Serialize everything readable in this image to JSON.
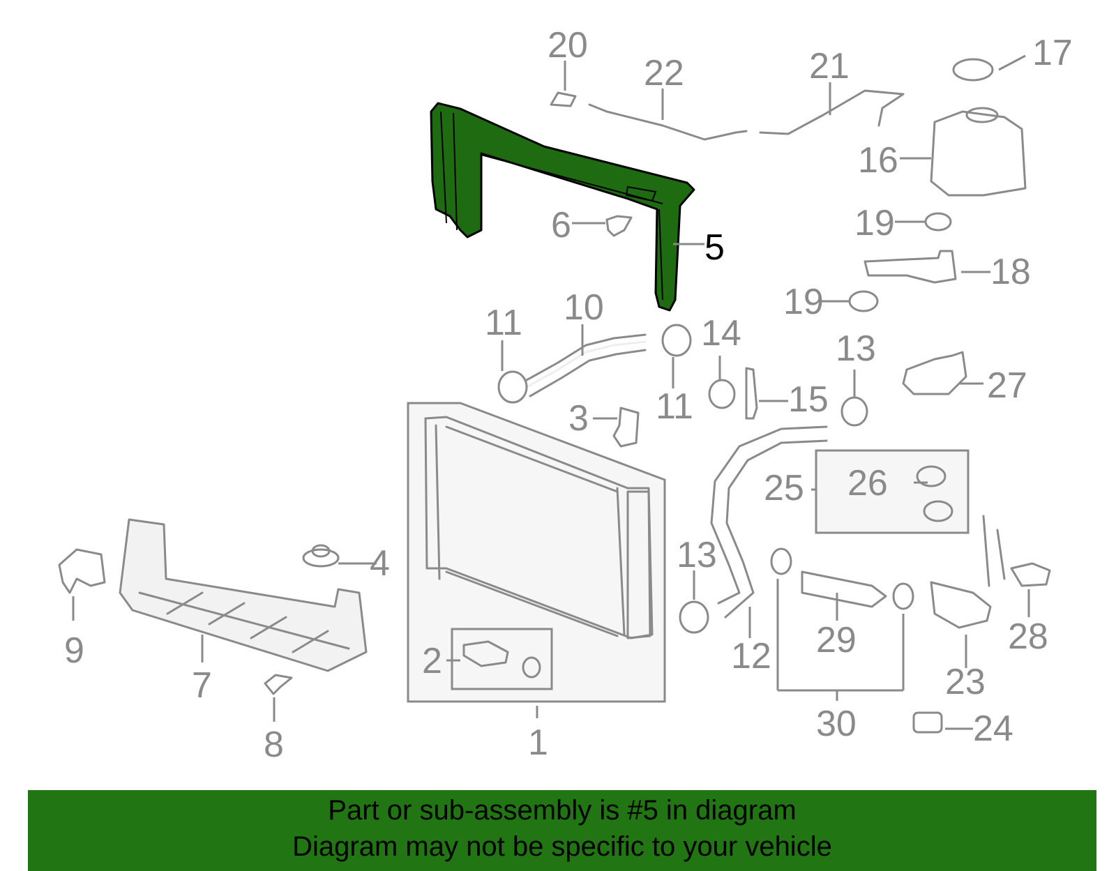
{
  "colors": {
    "highlight": "#1f6b12",
    "banner": "#217512",
    "line": "#8a8a8a"
  },
  "callouts": {
    "c1": "1",
    "c2": "2",
    "c3": "3",
    "c4": "4",
    "c5": "5",
    "c6": "6",
    "c7": "7",
    "c8": "8",
    "c9": "9",
    "c10": "10",
    "c11a": "11",
    "c11b": "11",
    "c12": "12",
    "c13a": "13",
    "c13b": "13",
    "c14": "14",
    "c15": "15",
    "c16": "16",
    "c17": "17",
    "c18": "18",
    "c19a": "19",
    "c19b": "19",
    "c20": "20",
    "c21": "21",
    "c22": "22",
    "c23": "23",
    "c24": "24",
    "c25": "25",
    "c26": "26",
    "c27": "27",
    "c28": "28",
    "c29": "29",
    "c30": "30"
  },
  "banner": {
    "line1": "Part or sub-assembly is #5 in diagram",
    "line2": "Diagram may not be specific to your vehicle"
  }
}
